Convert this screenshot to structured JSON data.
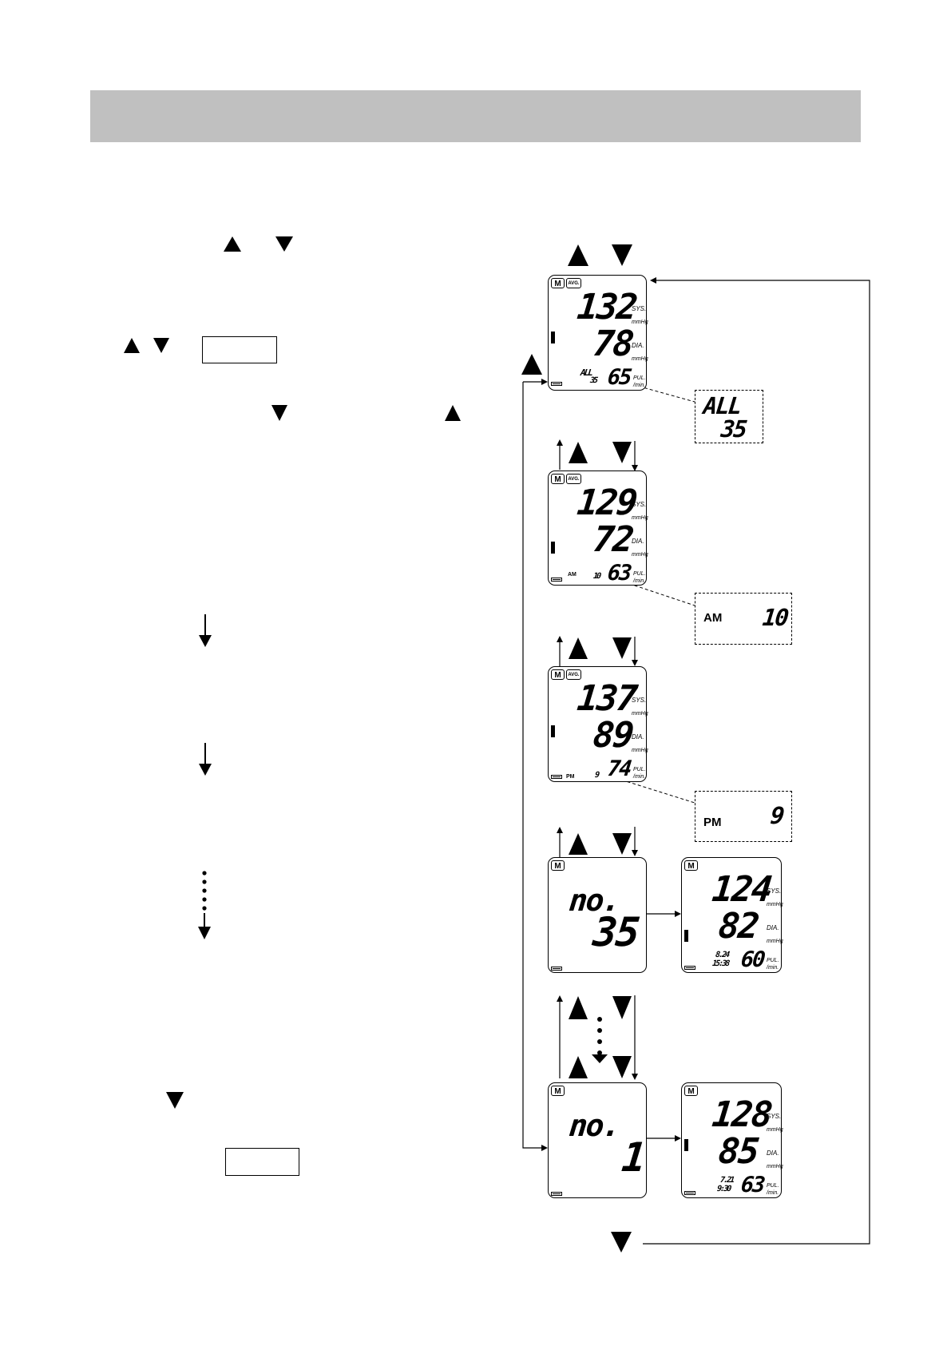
{
  "header": {
    "title": ""
  },
  "screens": {
    "s1": {
      "sys": "132",
      "dia": "78",
      "pul": "65",
      "mode": "ALL",
      "count": "35"
    },
    "s2": {
      "sys": "129",
      "dia": "72",
      "pul": "63",
      "period": "AM",
      "count": "10"
    },
    "s3": {
      "sys": "137",
      "dia": "89",
      "pul": "74",
      "period": "PM",
      "count": "9"
    },
    "s4": {
      "no_label": "no.",
      "no_value": "35"
    },
    "s5": {
      "sys": "124",
      "dia": "82",
      "pul": "60",
      "date": "8.24",
      "time": "15:38"
    },
    "s6": {
      "no_label": "no.",
      "no_value": "1"
    },
    "s7": {
      "sys": "128",
      "dia": "85",
      "pul": "63",
      "date": "7.21",
      "time": "9:30"
    }
  },
  "callouts": {
    "c1": {
      "top": "ALL",
      "bottom": "35"
    },
    "c2": {
      "label": "AM",
      "value": "10"
    },
    "c3": {
      "label": "PM",
      "value": "9"
    }
  },
  "units": {
    "sys": "SYS.",
    "dia": "DIA.",
    "pul": "PUL.",
    "mmhg": "mmHg",
    "min": "/min."
  },
  "badges": {
    "memory": "M",
    "average": "AVG."
  },
  "icons": [
    "up-triangle-icon",
    "down-triangle-icon",
    "down-arrow-icon",
    "battery-icon"
  ]
}
